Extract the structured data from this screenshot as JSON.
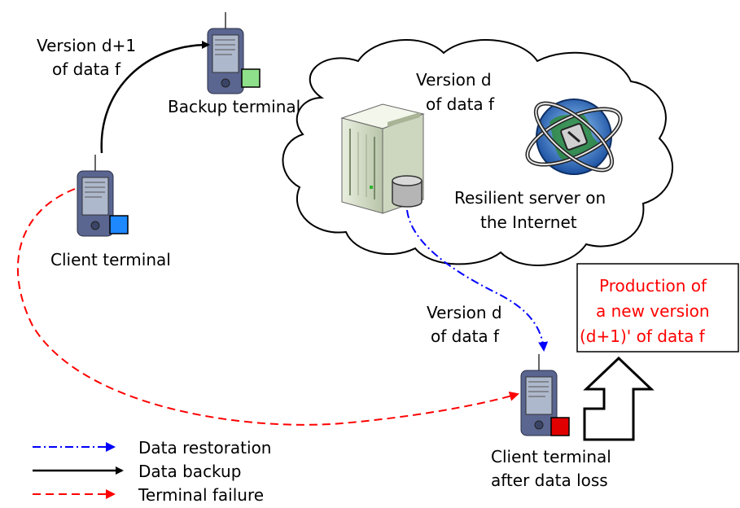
{
  "labels": {
    "version_d1_line1": "Version d+1",
    "version_d1_line2": "of data f",
    "backup_terminal": "Backup terminal",
    "cloud_version_line1": "Version d",
    "cloud_version_line2": "of data f",
    "server_line1": "Resilient server on",
    "server_line2": "the Internet",
    "client_terminal": "Client terminal",
    "restore_version_line1": "Version d",
    "restore_version_line2": "of data f",
    "production_line1": "Production of",
    "production_line2": "a new version",
    "production_line3": "(d+1)' of data f",
    "client_after_line1": "Client terminal",
    "client_after_line2": "after data loss"
  },
  "legend": {
    "restoration": "Data restoration",
    "backup": "Data backup",
    "failure": "Terminal failure"
  },
  "colors": {
    "backup_badge": "#8fe08a",
    "client_badge": "#1e88ff",
    "lost_badge": "#e00000",
    "restoration_arrow": "#0000ff",
    "backup_arrow": "#000000",
    "failure_arrow": "#ff0000",
    "production_text": "#ff0000"
  },
  "icons": {
    "terminal": "pda-icon",
    "server": "server-tower-icon",
    "database": "database-cylinder-icon",
    "globe": "globe-network-icon",
    "cloud": "cloud-shape"
  }
}
